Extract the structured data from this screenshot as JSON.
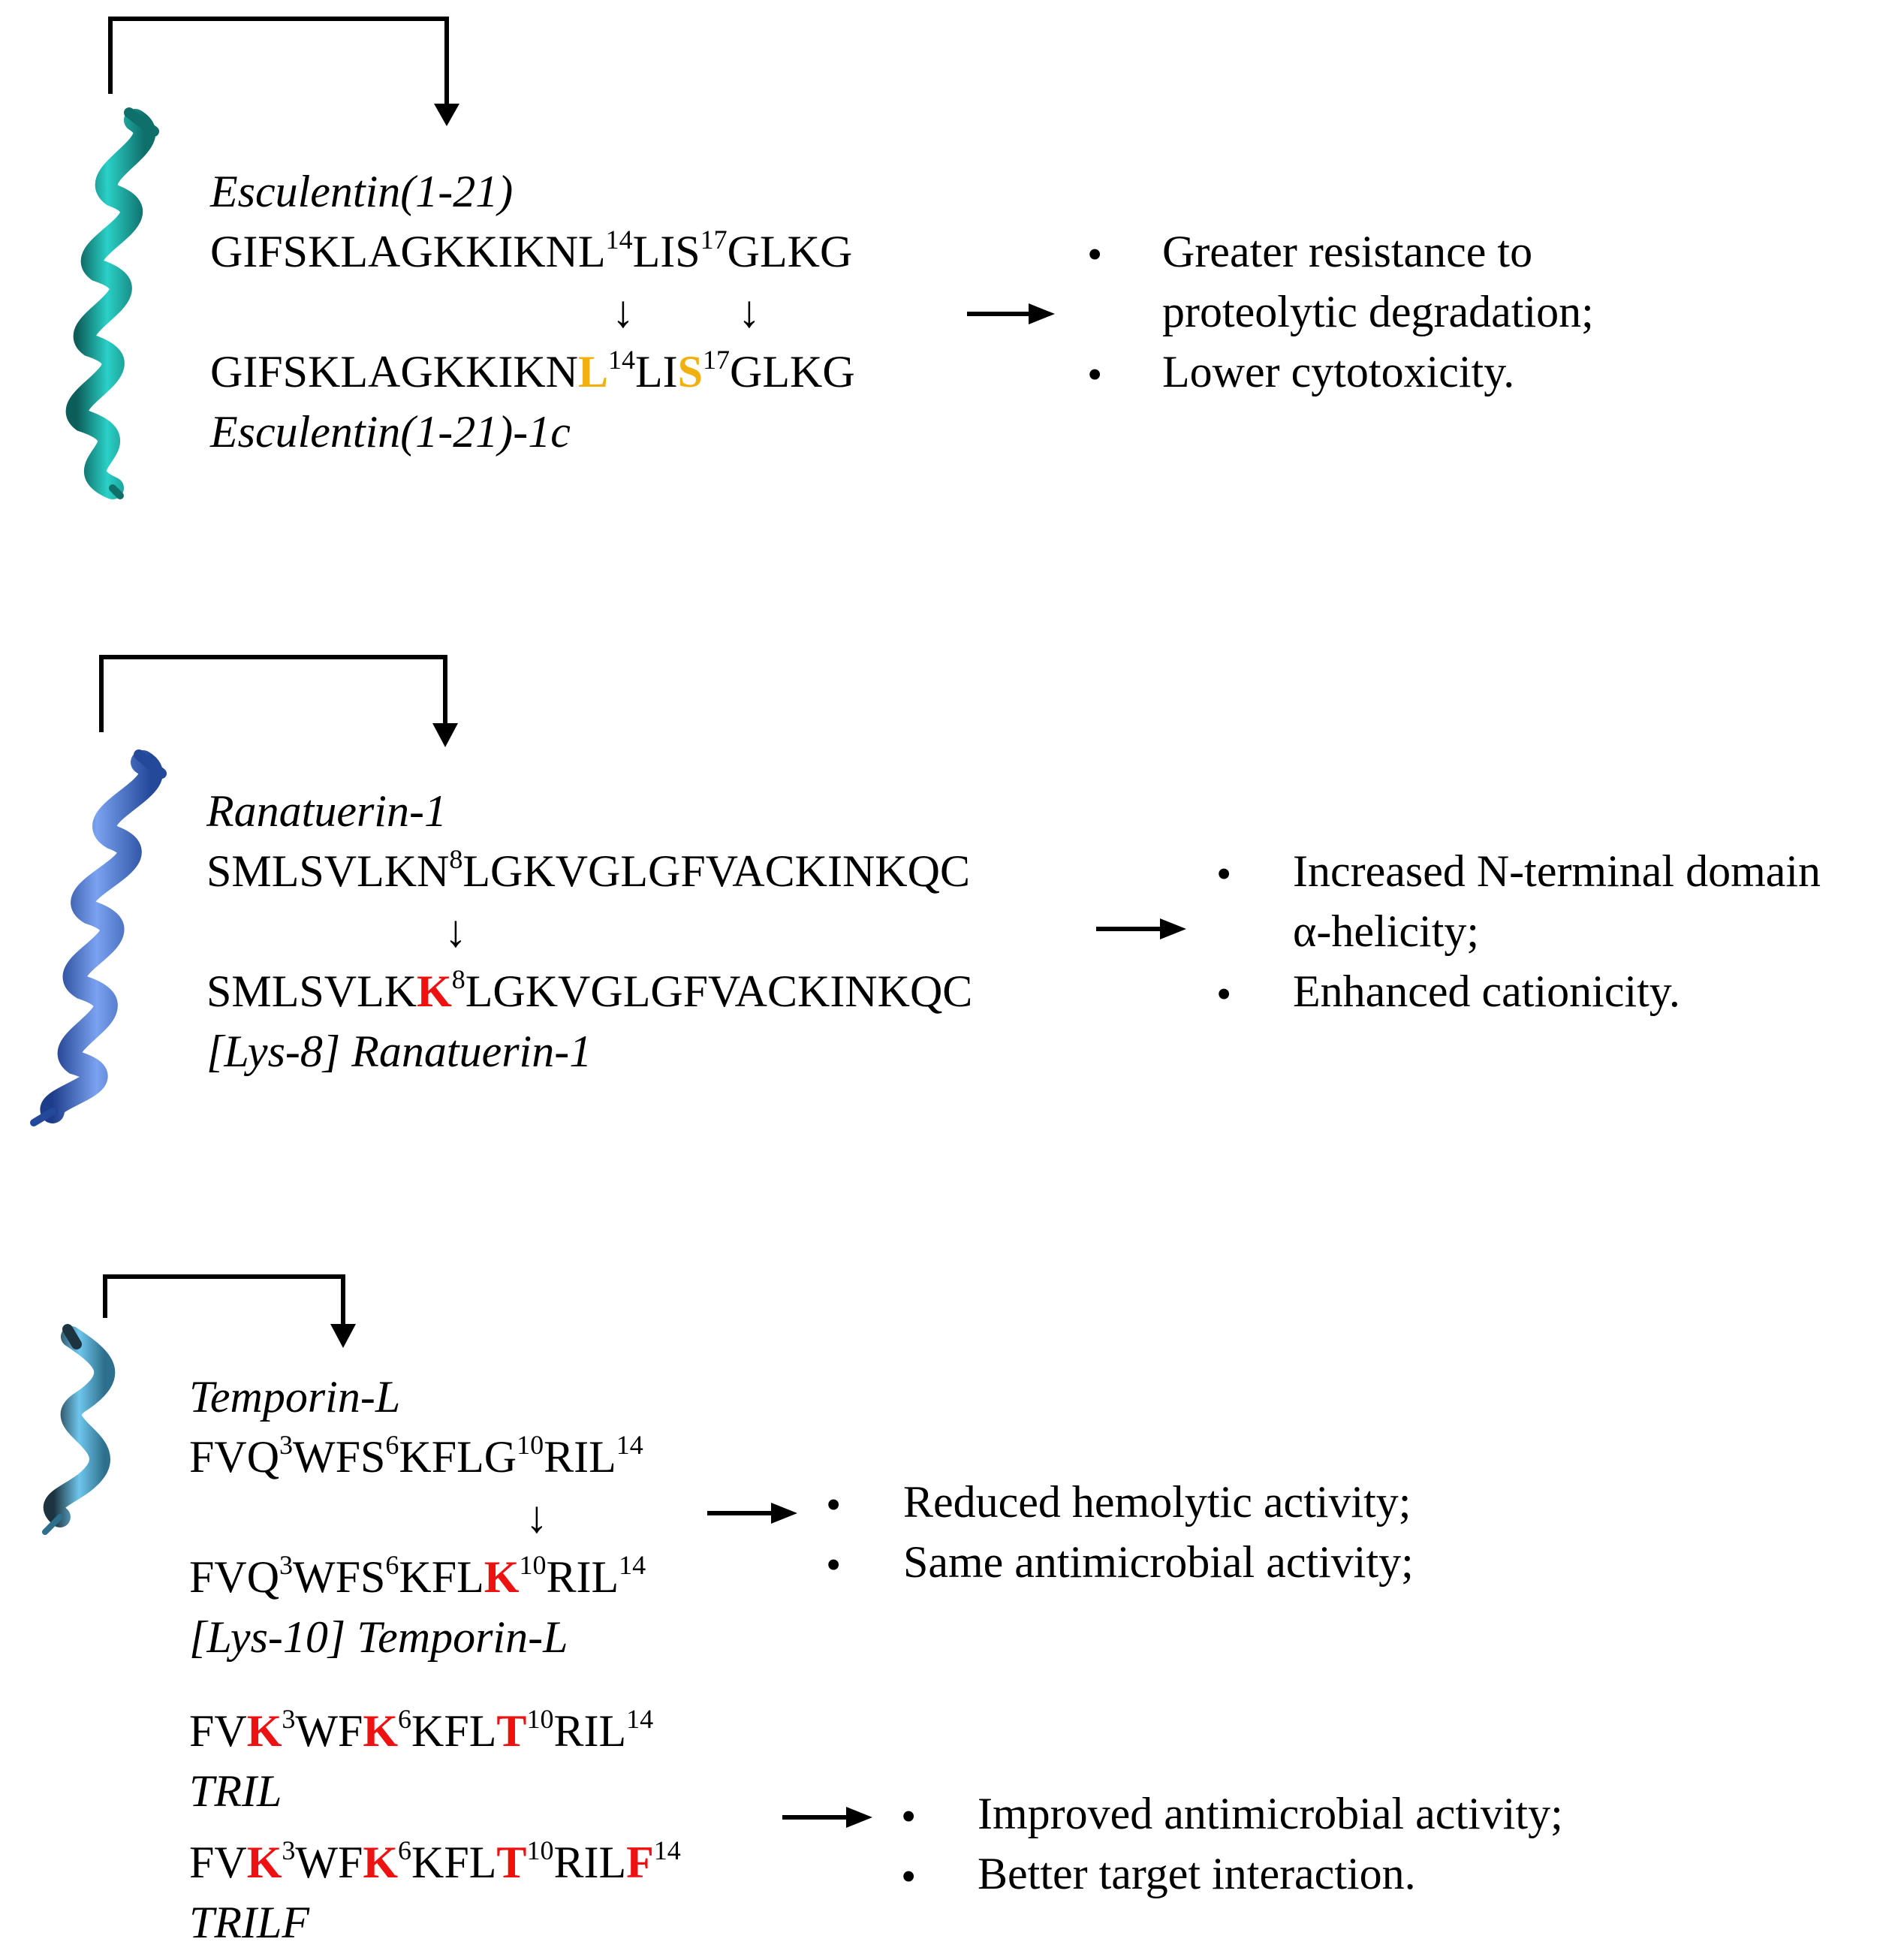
{
  "panels": [
    {
      "original_name": "Esculentin(1-21)",
      "original_seq": [
        {
          "t": "GIFSKLAGKKIKNL"
        },
        {
          "sup": "14"
        },
        {
          "t": "LIS"
        },
        {
          "sup": "17"
        },
        {
          "t": "GLKG"
        }
      ],
      "mutant_seq": [
        {
          "t": "GIFSKLAGKKIKN"
        },
        {
          "m": "L",
          "color": "gold"
        },
        {
          "sup": "14"
        },
        {
          "t": "LI"
        },
        {
          "m": "S",
          "color": "gold"
        },
        {
          "sup": "17"
        },
        {
          "t": "GLKG"
        }
      ],
      "mutant_name": "Esculentin(1-21)-1c",
      "arrow_glyph": "↓",
      "bullet_glyph": "•",
      "effects": [
        "Greater resistance to",
        "proteolytic degradation;",
        "Lower cytotoxicity."
      ],
      "helix_color": "#1ea8a0"
    },
    {
      "original_name": "Ranatuerin-1",
      "original_seq": [
        {
          "t": "SMLSVLKN"
        },
        {
          "sup": "8"
        },
        {
          "t": "LGKVGLGFVACKINKQC"
        }
      ],
      "mutant_seq": [
        {
          "t": "SMLSVLK"
        },
        {
          "m": "K",
          "color": "red"
        },
        {
          "sup": "8"
        },
        {
          "t": "LGKVGLGFVACKINKQC"
        }
      ],
      "mutant_name": "[Lys-8] Ranatuerin-1",
      "arrow_glyph": "↓",
      "bullet_glyph": "•",
      "effects": [
        "Increased N-terminal domain",
        "α-helicity;",
        "Enhanced cationicity."
      ],
      "helix_color": "#4a78d8"
    },
    {
      "original_name": "Temporin-L",
      "original_seq": [
        {
          "t": "FVQ"
        },
        {
          "sup": "3"
        },
        {
          "t": "WFS"
        },
        {
          "sup": "6"
        },
        {
          "t": "KFLG"
        },
        {
          "sup": "10"
        },
        {
          "t": "RIL"
        },
        {
          "sup": "14"
        }
      ],
      "mutant_seq": [
        {
          "t": "FVQ"
        },
        {
          "sup": "3"
        },
        {
          "t": "WFS"
        },
        {
          "sup": "6"
        },
        {
          "t": "KFL"
        },
        {
          "m": "K",
          "color": "red"
        },
        {
          "sup": "10"
        },
        {
          "t": "RIL"
        },
        {
          "sup": "14"
        }
      ],
      "mutant_name": "[Lys-10] Temporin-L",
      "arrow_glyph": "↓",
      "bullet_glyph": "•",
      "effects": [
        "Reduced hemolytic activity;",
        "Same antimicrobial activity;"
      ],
      "helix_color": "#5aaed8",
      "extra": [
        {
          "seq": [
            {
              "t": "FV"
            },
            {
              "m": "K",
              "color": "red"
            },
            {
              "sup": "3"
            },
            {
              "t": "WF"
            },
            {
              "m": "K",
              "color": "red"
            },
            {
              "sup": "6"
            },
            {
              "t": "KFL"
            },
            {
              "m": "T",
              "color": "red"
            },
            {
              "sup": "10"
            },
            {
              "t": "RIL"
            },
            {
              "sup": "14"
            }
          ],
          "name": "TRIL"
        },
        {
          "seq": [
            {
              "t": "FV"
            },
            {
              "m": "K",
              "color": "red"
            },
            {
              "sup": "3"
            },
            {
              "t": "WF"
            },
            {
              "m": "K",
              "color": "red"
            },
            {
              "sup": "6"
            },
            {
              "t": "KFL"
            },
            {
              "m": "T",
              "color": "red"
            },
            {
              "sup": "10"
            },
            {
              "t": "RIL"
            },
            {
              "m": "F",
              "color": "red"
            },
            {
              "sup": "14"
            }
          ],
          "name": "TRILF"
        }
      ],
      "extra_effects": [
        "Improved antimicrobial activity;",
        "Better target interaction."
      ]
    }
  ]
}
